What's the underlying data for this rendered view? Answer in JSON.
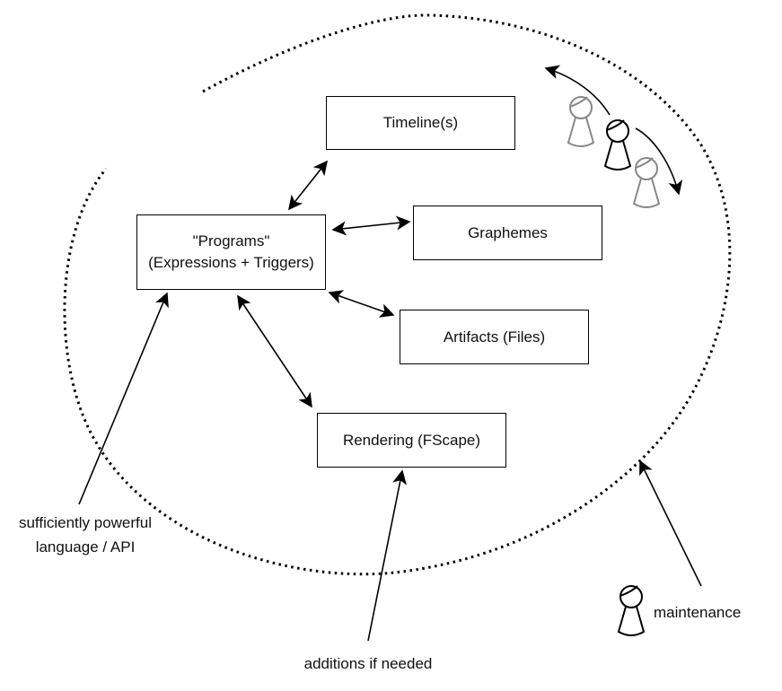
{
  "diagram": {
    "nodes": [
      {
        "id": "programs",
        "lines": [
          "\"Programs\"",
          "(Expressions + Triggers)"
        ]
      },
      {
        "id": "timelines",
        "lines": [
          "Timeline(s)"
        ]
      },
      {
        "id": "graphemes",
        "lines": [
          "Graphemes"
        ]
      },
      {
        "id": "artifacts",
        "lines": [
          "Artifacts (Files)"
        ]
      },
      {
        "id": "rendering",
        "lines": [
          "Rendering (FScape)"
        ]
      }
    ],
    "edges": [
      {
        "from": "programs",
        "to": "timelines",
        "type": "bidirectional"
      },
      {
        "from": "programs",
        "to": "graphemes",
        "type": "bidirectional"
      },
      {
        "from": "programs",
        "to": "artifacts",
        "type": "bidirectional"
      },
      {
        "from": "programs",
        "to": "rendering",
        "type": "bidirectional"
      }
    ],
    "annotations": {
      "language": [
        "sufficiently powerful",
        "language / API"
      ],
      "additions": "additions if needed",
      "maintenance": "maintenance"
    },
    "boundary": {
      "style": "dotted",
      "shape": "ellipse"
    },
    "figures": [
      {
        "id": "figure-gray-upper",
        "color": "#888888"
      },
      {
        "id": "figure-black-center",
        "color": "#000000"
      },
      {
        "id": "figure-gray-lower",
        "color": "#888888"
      },
      {
        "id": "figure-maintenance",
        "color": "#000000"
      }
    ]
  }
}
